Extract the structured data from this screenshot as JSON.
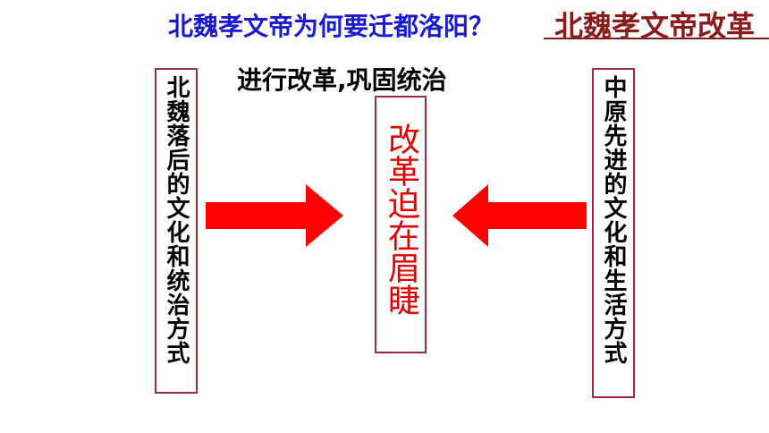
{
  "header": {
    "question": "北魏孝文帝为何要迁都洛阳？",
    "section_title": "北魏孝文帝改革"
  },
  "goal": "进行改革,巩固统治",
  "left_box": {
    "text": "北魏落后的文化和统治方式"
  },
  "center_box": {
    "text": "改革迫在眉睫"
  },
  "right_box": {
    "text": "中原先进的文化和生活方式"
  },
  "colors": {
    "question": "#1a1ad0",
    "section_title": "#8b1a1a",
    "box_border": "#9b2c3a",
    "center_text": "#e00000",
    "arrow": "#ff0000"
  },
  "icons": {
    "left_arrow": "right-arrow-icon",
    "right_arrow": "left-arrow-icon"
  }
}
